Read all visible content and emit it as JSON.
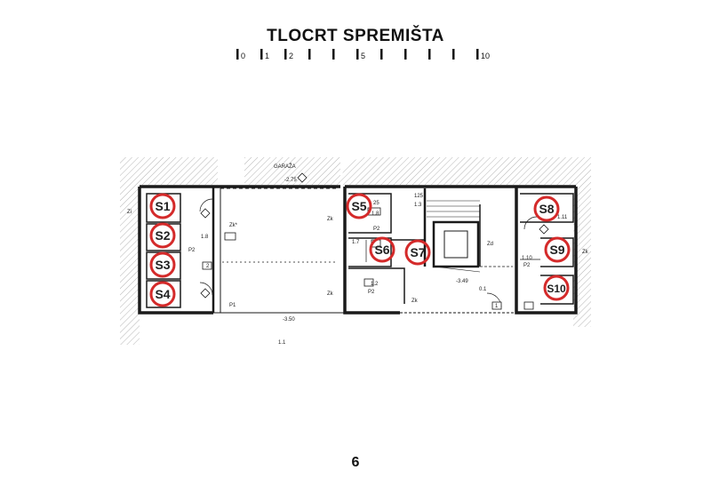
{
  "title": "TLOCRT SPREMIŠTA",
  "page_number": "6",
  "scale_bar": {
    "labels": [
      "0",
      "1",
      "2",
      "5",
      "10"
    ]
  },
  "colors": {
    "marker": "#d42a2a",
    "wall": "#1a1a1a",
    "hatch": "#b5b5b5"
  },
  "storage_units": [
    "S1",
    "S2",
    "S3",
    "S4",
    "S5",
    "S6",
    "S7",
    "S8",
    "S9",
    "S10"
  ],
  "plan_labels": {
    "garage": "GARAŽA",
    "level_top": "-2.75",
    "level_mid": "-3.49",
    "level_bottom": "-3.50",
    "p1": "P1",
    "p2_left": "P2",
    "p2_mid_a": "P2",
    "p2_mid_b": "P2",
    "p2_right": "P2",
    "zk_a": "Zk*",
    "zk_b": "Zk",
    "zk_c": "Zk",
    "zk_d": "Zk",
    "zk_e": "Zk",
    "zi": "Zi",
    "zd": "Zd",
    "room_1_1": "1.1",
    "room_1_7": "1.7",
    "room_1_8": "1.8",
    "room_1_8b": "1.8",
    "room_1_10": "1.10",
    "room_1_11": "1.11",
    "room_1_2": "1.2",
    "room_0_1": "0.1",
    "room_1_3": "1.3",
    "num_1": "1",
    "num_2": "2",
    "num_25": "25",
    "num_125": "125"
  }
}
